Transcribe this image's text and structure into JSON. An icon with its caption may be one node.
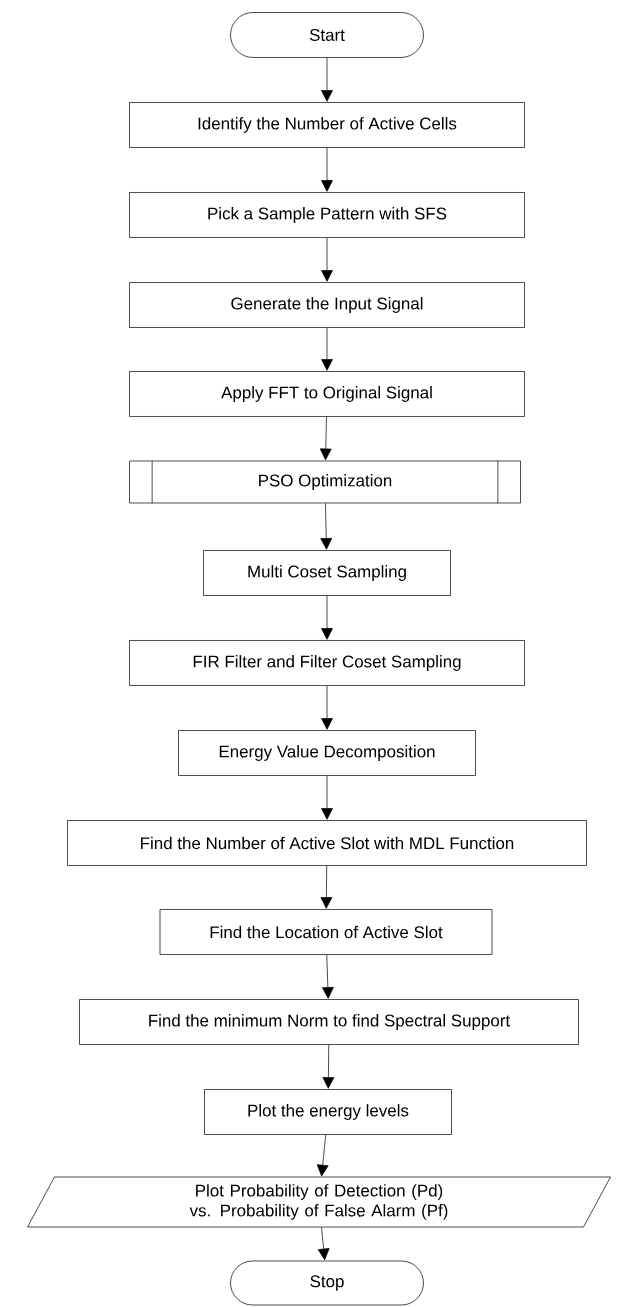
{
  "diagram": {
    "nodes": [
      {
        "text": [
          "Start"
        ]
      },
      {
        "text": [
          "Identify the Number of Active Cells"
        ]
      },
      {
        "text": [
          "Pick a Sample Pattern with SFS"
        ]
      },
      {
        "text": [
          "Generate the Input Signal"
        ]
      },
      {
        "text": [
          "Apply FFT to Original Signal"
        ]
      },
      {
        "text": [
          "PSO Optimization"
        ]
      },
      {
        "text": [
          "Multi Coset Sampling"
        ]
      },
      {
        "text": [
          "FIR Filter and Filter Coset Sampling"
        ]
      },
      {
        "text": [
          "Energy Value Decomposition"
        ]
      },
      {
        "text": [
          "Find the Number of Active Slot with MDL Function"
        ]
      },
      {
        "text": [
          "Find the Location of Active Slot"
        ]
      },
      {
        "text": [
          "Find the minimum Norm to find Spectral Support"
        ]
      },
      {
        "text": [
          "Plot the energy levels"
        ]
      },
      {
        "text": [
          "Plot Probability of Detection (Pd) vs. Probability of False Alarm (Pf)"
        ]
      },
      {
        "text": [
          "Stop"
        ]
      }
    ],
    "edges": [
      {
        "from": 0,
        "to": 1,
        "arrow": "to"
      },
      {
        "from": 1,
        "to": 2,
        "arrow": "to"
      },
      {
        "from": 2,
        "to": 3,
        "arrow": "to"
      },
      {
        "from": 3,
        "to": 4,
        "arrow": "to"
      },
      {
        "from": 4,
        "to": 5,
        "arrow": "to"
      },
      {
        "from": 5,
        "to": 6,
        "arrow": "to"
      },
      {
        "from": 6,
        "to": 7,
        "arrow": "to"
      },
      {
        "from": 7,
        "to": 8,
        "arrow": "to"
      },
      {
        "from": 8,
        "to": 9,
        "arrow": "to"
      },
      {
        "from": 9,
        "to": 10,
        "arrow": "to"
      },
      {
        "from": 10,
        "to": 11,
        "arrow": "to"
      },
      {
        "from": 11,
        "to": 12,
        "arrow": "to"
      },
      {
        "from": 12,
        "to": 13,
        "arrow": "to"
      },
      {
        "from": 13,
        "to": 14,
        "arrow": "to"
      }
    ]
  }
}
